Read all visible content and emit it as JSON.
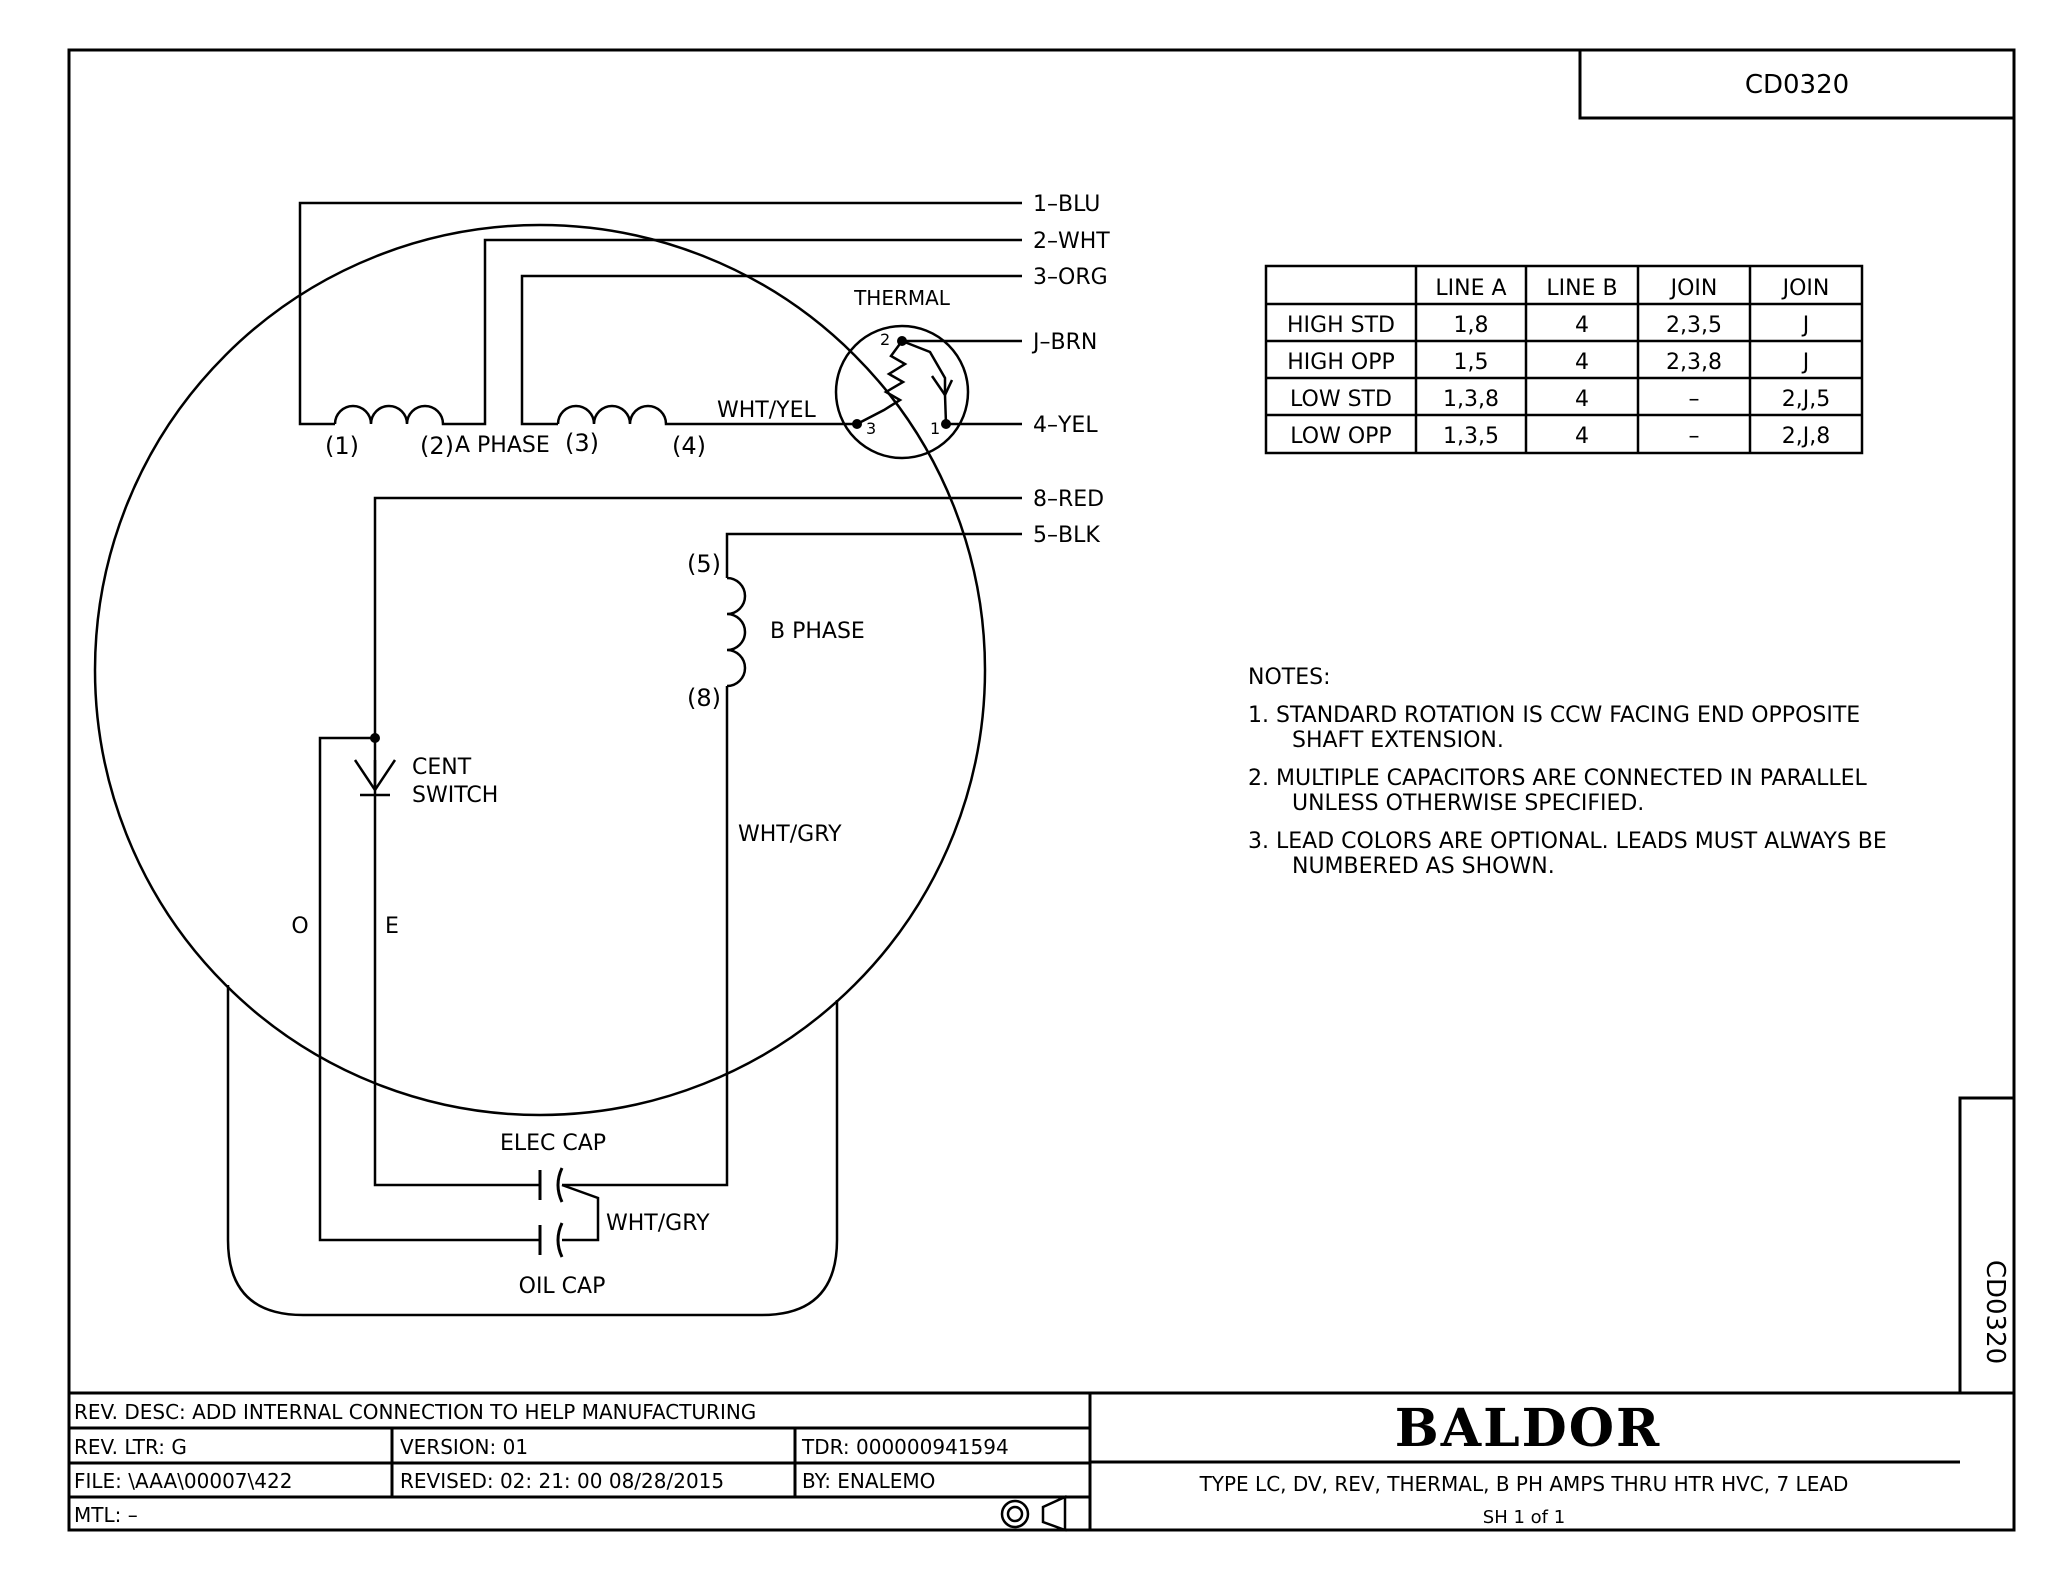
{
  "drawing_number": "CD0320",
  "leads": {
    "l1": "1–BLU",
    "l2": "2–WHT",
    "l3": "3–ORG",
    "lj": "J–BRN",
    "l4": "4–YEL",
    "l8": "8–RED",
    "l5": "5–BLK"
  },
  "labels": {
    "thermal": "THERMAL",
    "t2": "2",
    "t3": "3",
    "t1": "1",
    "coil1": "(1)",
    "coil2": "(2)",
    "a_phase": "A  PHASE",
    "coil3": "(3)",
    "coil4": "(4)",
    "wht_yel": "WHT/YEL",
    "coil5": "(5)",
    "b_phase": "B  PHASE",
    "coil8": "(8)",
    "cent1": "CENT",
    "cent2": "SWITCH",
    "wht_gry": "WHT/GRY",
    "o": "O",
    "e": "E",
    "elec_cap": "ELEC  CAP",
    "wht_gry2": "WHT/GRY",
    "oil_cap": "OIL  CAP"
  },
  "table": {
    "headers": [
      "",
      "LINE  A",
      "LINE  B",
      "JOIN",
      "JOIN"
    ],
    "rows": [
      [
        "HIGH  STD",
        "1,8",
        "4",
        "2,3,5",
        "J"
      ],
      [
        "HIGH  OPP",
        "1,5",
        "4",
        "2,3,8",
        "J"
      ],
      [
        "LOW  STD",
        "1,3,8",
        "4",
        "–",
        "2,J,5"
      ],
      [
        "LOW  OPP",
        "1,3,5",
        "4",
        "–",
        "2,J,8"
      ]
    ]
  },
  "notes": {
    "title": "NOTES:",
    "n1a": "1.  STANDARD  ROTATION  IS  CCW  FACING  END  OPPOSITE",
    "n1b": "SHAFT  EXTENSION.",
    "n2a": "2.  MULTIPLE  CAPACITORS  ARE  CONNECTED  IN  PARALLEL",
    "n2b": "UNLESS  OTHERWISE  SPECIFIED.",
    "n3a": "3.  LEAD  COLORS  ARE  OPTIONAL.   LEADS  MUST  ALWAYS  BE",
    "n3b": "NUMBERED  AS  SHOWN."
  },
  "title_block": {
    "rev_desc": "REV.  DESC:   ADD  INTERNAL  CONNECTION  TO  HELP  MANUFACTURING",
    "rev_ltr": "REV.  LTR:   G",
    "version": "VERSION:  01",
    "tdr": "TDR:  000000941594",
    "file": "FILE:  \\AAA\\00007\\422",
    "revised": "REVISED:  02: 21: 00  08/28/2015",
    "by": "BY: ENALEMO",
    "mtl": "MTL:  –",
    "logo": "BALDOR",
    "description": "TYPE  LC,  DV,  REV,  THERMAL,  B  PH  AMPS  THRU  HTR  HVC,  7  LEAD",
    "sheet": "SH  1  of  1"
  }
}
